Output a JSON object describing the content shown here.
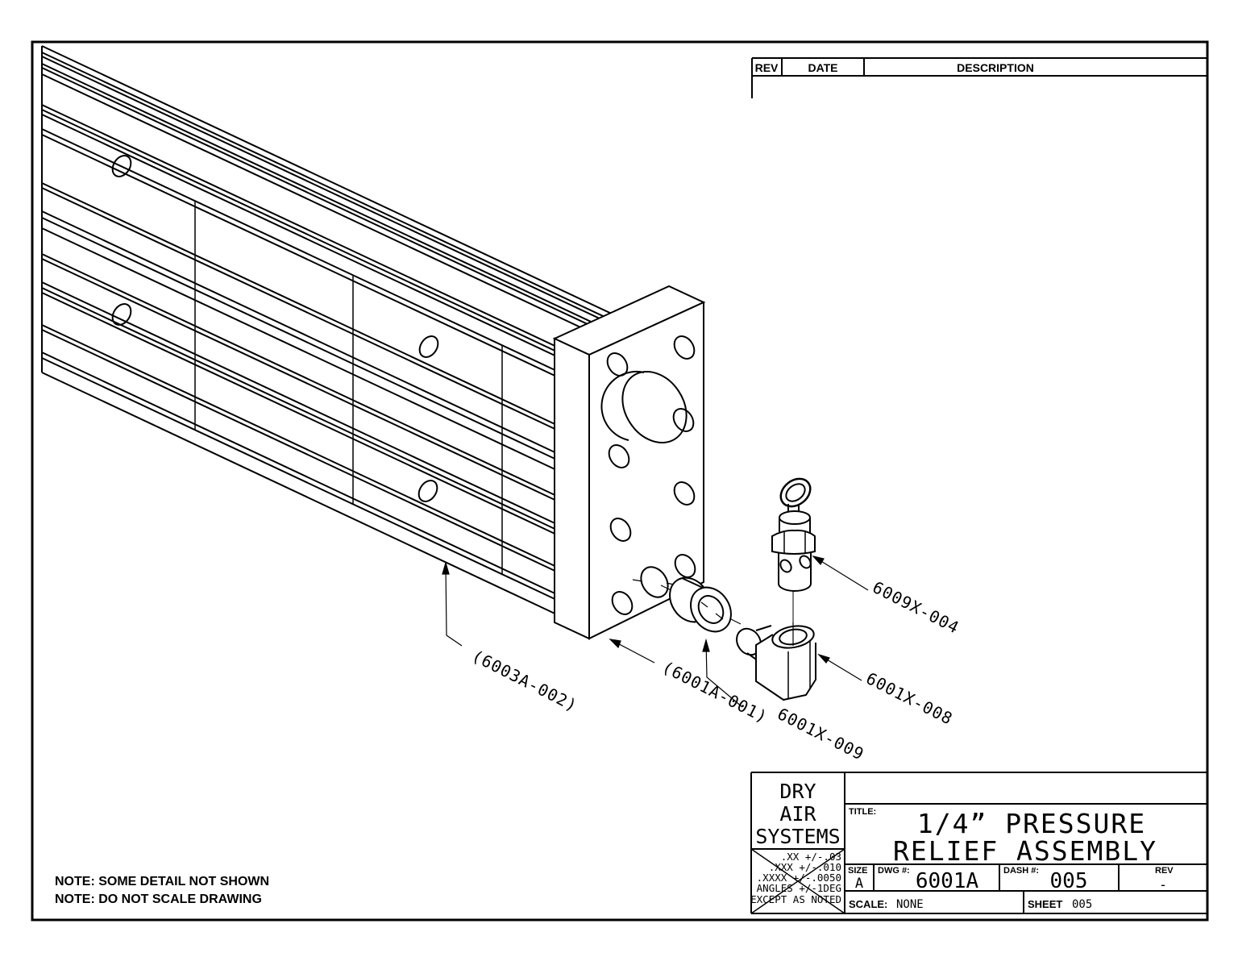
{
  "rev_table": {
    "headers": [
      "REV",
      "DATE",
      "DESCRIPTION"
    ]
  },
  "drawing": {
    "notes": [
      "NOTE:  SOME  DETAIL  NOT  SHOWN",
      "NOTE:  DO  NOT  SCALE  DRAWING"
    ],
    "part_labels": [
      {
        "part": "beam-extrusion",
        "text": "(6003A-002)"
      },
      {
        "part": "end-plate",
        "text": "(6001A-001)"
      },
      {
        "part": "bushing",
        "text": "6001X-009"
      },
      {
        "part": "elbow-fitting",
        "text": "6001X-008"
      },
      {
        "part": "relief-valve",
        "text": "6009X-004"
      }
    ]
  },
  "title_block": {
    "company": [
      "DRY",
      "AIR",
      "SYSTEMS"
    ],
    "tolerances": [
      ".XX +/-.03",
      ".XXX +/-.010",
      ".XXXX +/-.0050",
      "ANGLES +/-1DEG",
      "EXCEPT AS NOTED"
    ],
    "title_label": "TITLE:",
    "title_line1": "1/4” PRESSURE",
    "title_line2": "RELIEF ASSEMBLY",
    "size_label": "SIZE",
    "size_value": "A",
    "dwg_label": "DWG #:",
    "dwg_value": "6001A",
    "dash_label": "DASH #:",
    "dash_value": "005",
    "rev_label": "REV",
    "rev_value": "-",
    "scale_label": "SCALE:",
    "scale_value": "NONE",
    "sheet_label": "SHEET",
    "sheet_value": "005",
    "line_color": "#000000"
  }
}
